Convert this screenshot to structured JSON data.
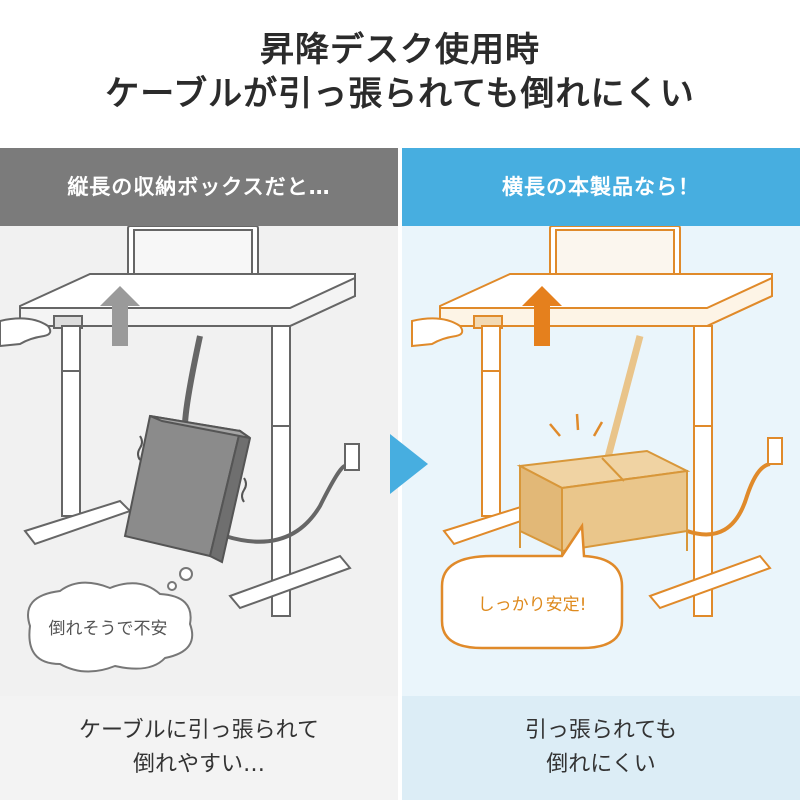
{
  "headline": {
    "line1": "昇降デスク使用時",
    "line2": "ケーブルが引っ張られても倒れにくい"
  },
  "left": {
    "banner": "縦長の収納ボックスだと…",
    "bubble": "倒れそうで不安",
    "caption_line1": "ケーブルに引っ張られて",
    "caption_line2": "倒れやすい…"
  },
  "right": {
    "banner": "横長の本製品なら！",
    "bubble": "しっかり安定!",
    "caption_line1": "引っ張られても",
    "caption_line2": "倒れにくい"
  },
  "colors": {
    "gray_banner": "#7b7b7b",
    "blue_banner": "#47aee0",
    "orange_accent": "#e58a1f",
    "wood": "#e9c48a"
  }
}
